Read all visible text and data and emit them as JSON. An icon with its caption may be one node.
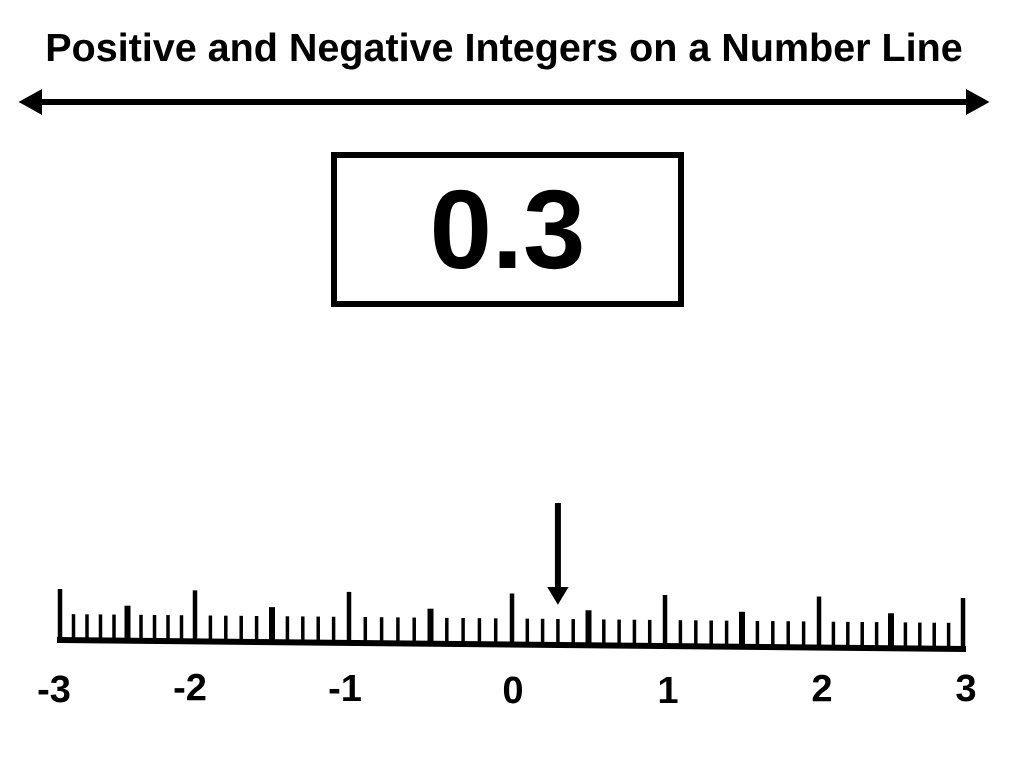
{
  "diagram": {
    "title": "Positive and Negative Integers on a Number Line",
    "nodes": [
      {
        "text": [
          "0.3"
        ]
      }
    ],
    "labels": [
      "-3",
      "-2",
      "-1",
      "0",
      "1",
      "2",
      "3"
    ]
  }
}
